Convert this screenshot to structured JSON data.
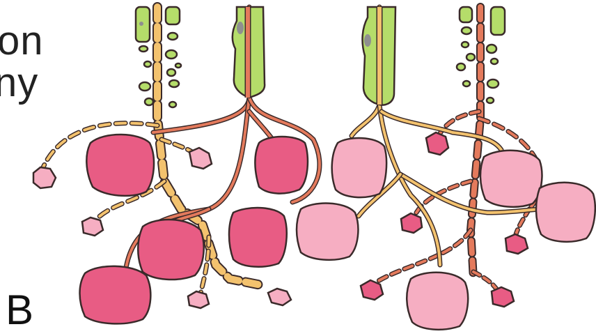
{
  "text": {
    "fragment_line1": "on",
    "fragment_line2": "ny",
    "panel_label": "B"
  },
  "colors": {
    "schwann_green": "#b5dd6a",
    "axon_dark": "#e47a5c",
    "axon_light": "#f3c26e",
    "muscle_dark": "#e85c84",
    "muscle_light": "#f6aec2",
    "outline": "#3a2a2a",
    "nucleus": "#8f8f8f"
  },
  "icons": [
    "muscle-fiber",
    "nerve-terminal",
    "schwann-cell"
  ]
}
